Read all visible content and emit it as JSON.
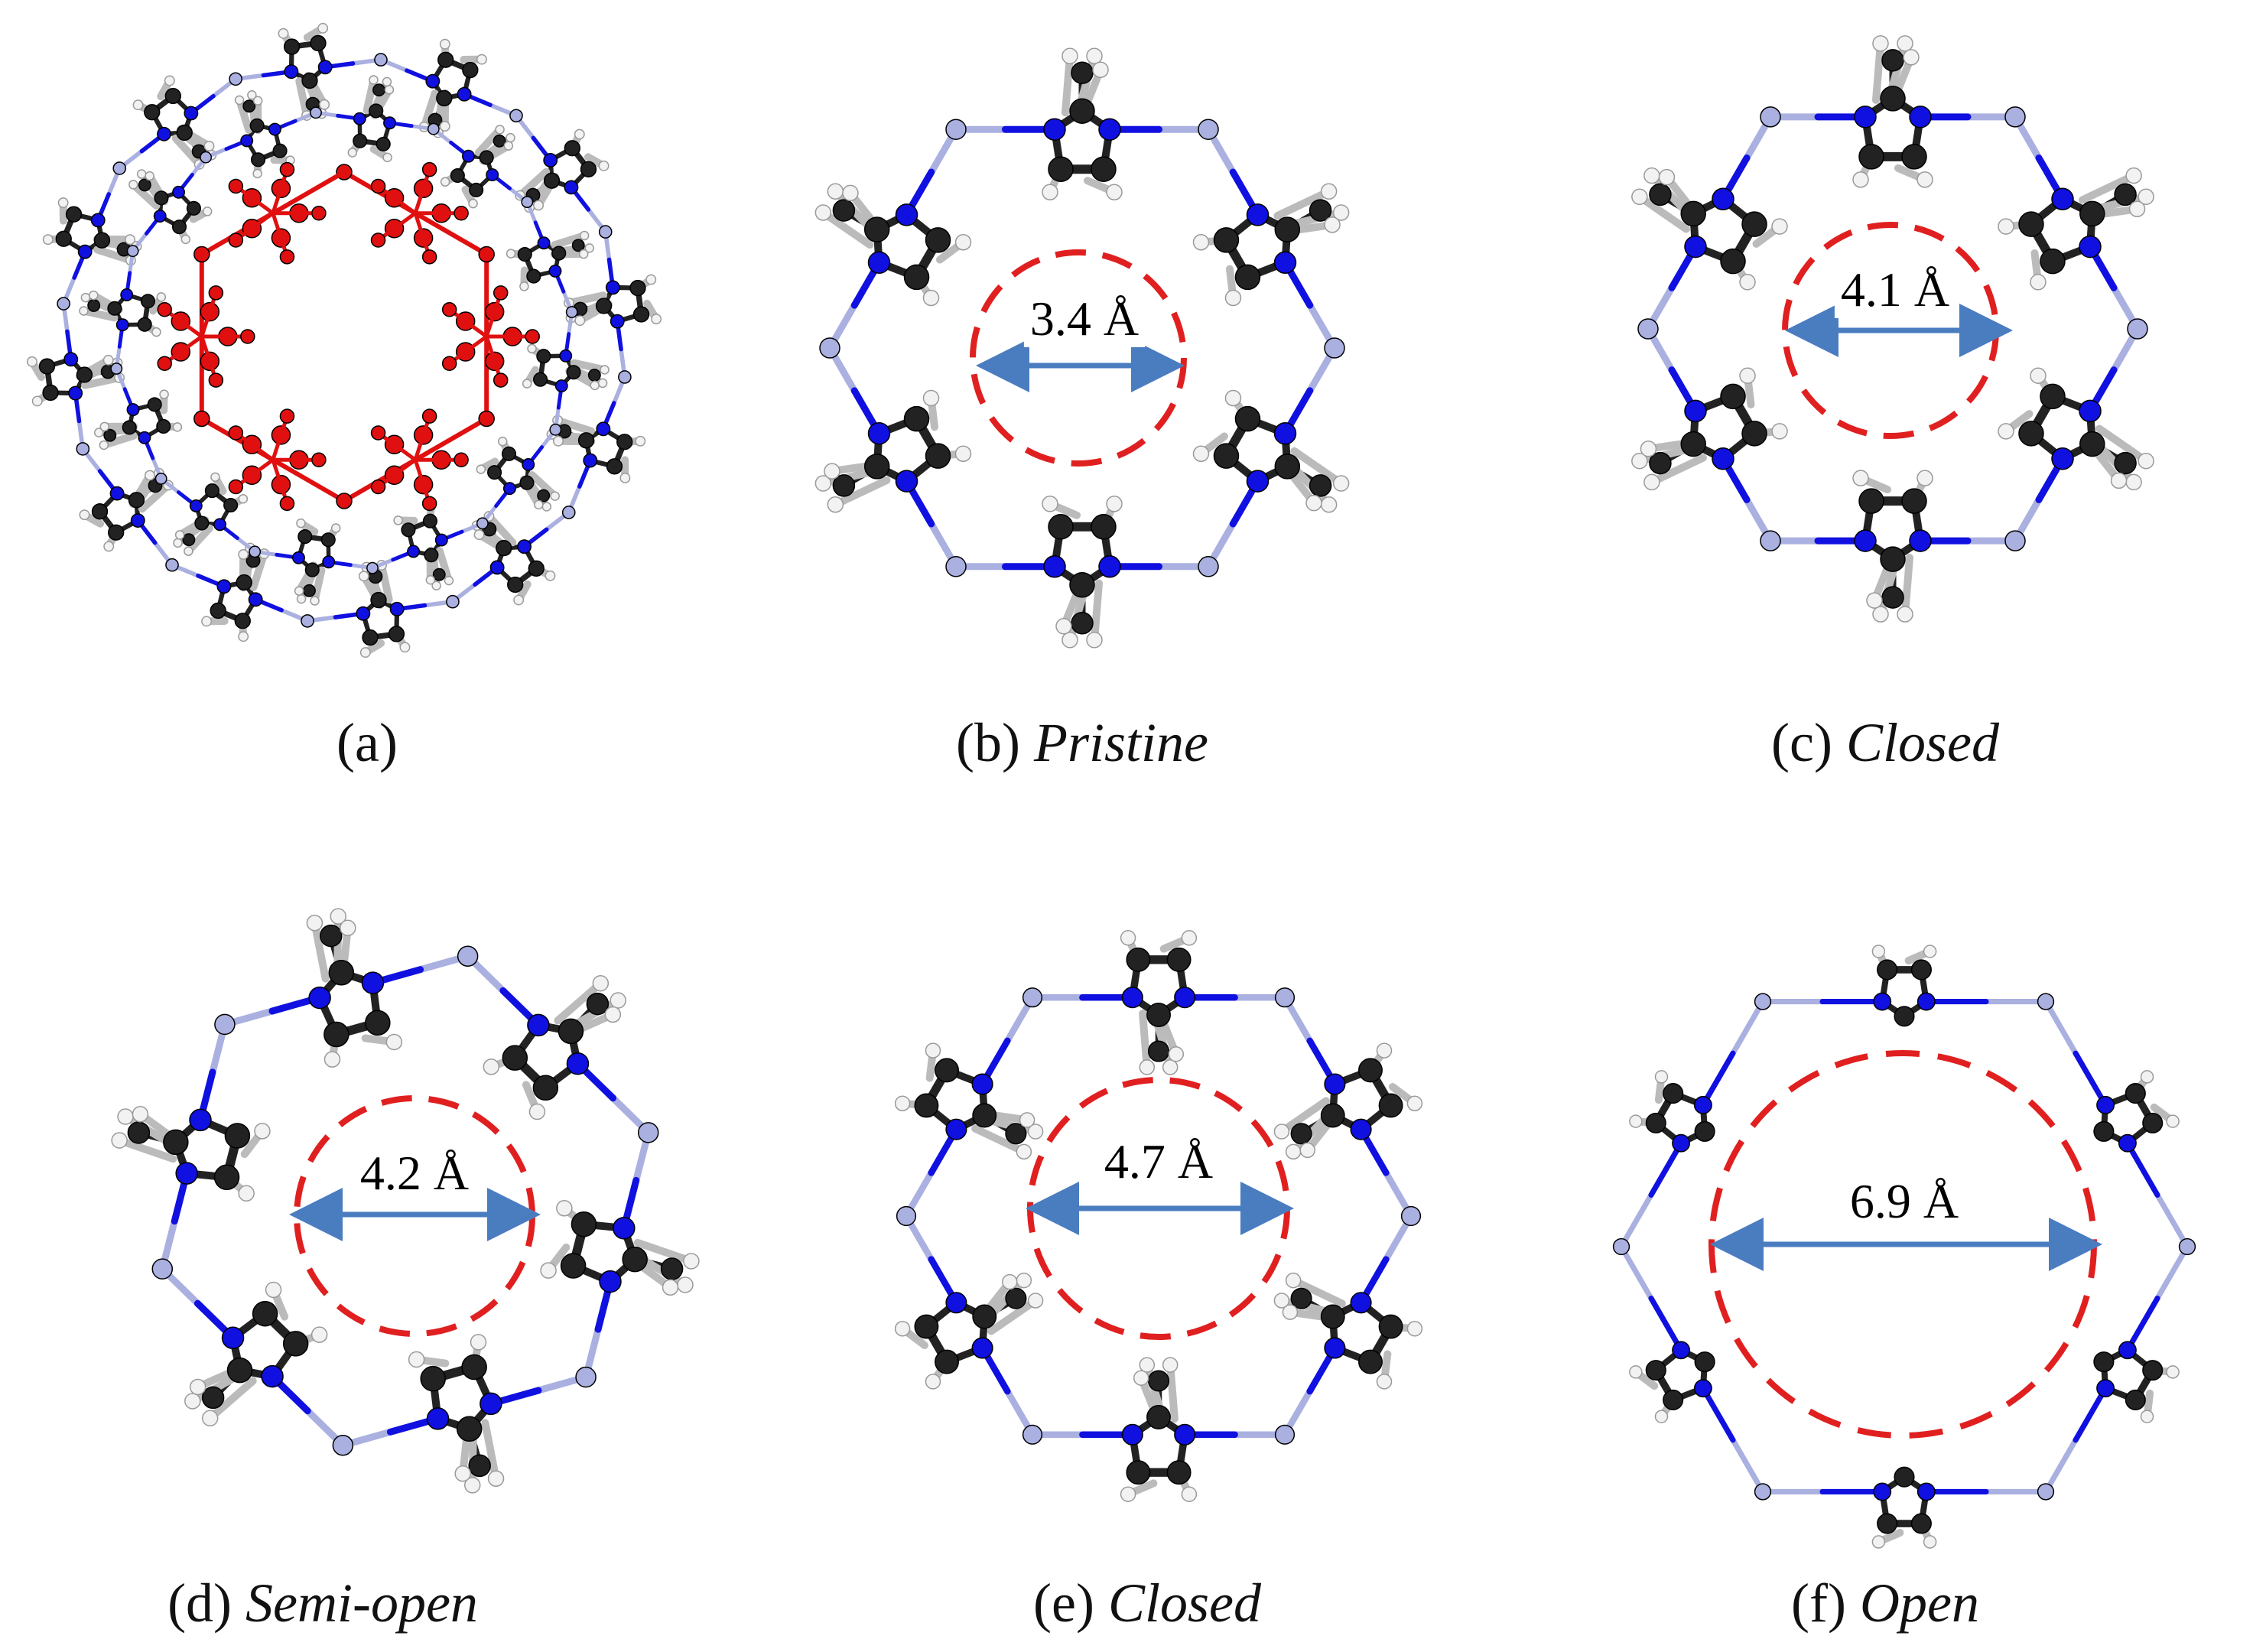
{
  "figure": {
    "colors": {
      "zinc": "#aab0e0",
      "nitrogen": "#1010e0",
      "carbon": "#222222",
      "hydrogen": "#f2f2f2",
      "highlight": "#e01010",
      "pore_circle": "#e02020",
      "arrow": "#4a7cc0"
    },
    "panels": [
      {
        "letter": "(a)",
        "state": "",
        "pore": ""
      },
      {
        "letter": "(b)",
        "state": "Pristine",
        "pore": "3.4 Å"
      },
      {
        "letter": "(c)",
        "state": "Closed",
        "pore": "4.1 Å"
      },
      {
        "letter": "(d)",
        "state": "Semi-open",
        "pore": "4.2 Å"
      },
      {
        "letter": "(e)",
        "state": "Closed",
        "pore": "4.7 Å"
      },
      {
        "letter": "(f)",
        "state": "Open",
        "pore": "6.9 Å"
      }
    ]
  }
}
